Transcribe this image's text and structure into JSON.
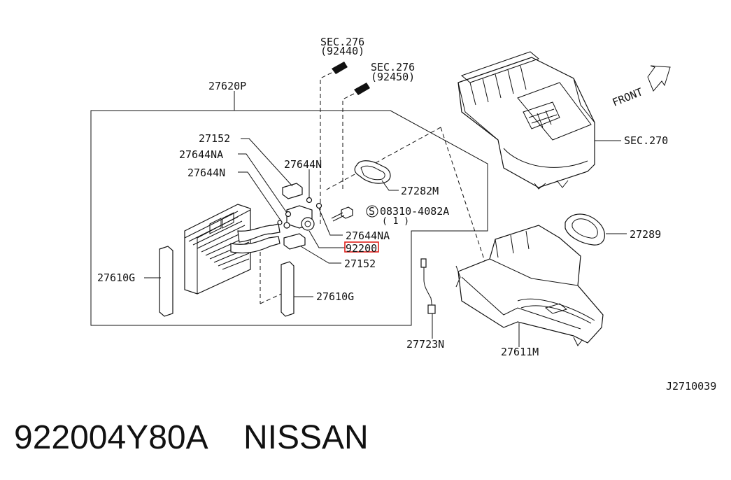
{
  "labels": {
    "sec276_a": "SEC.276",
    "sec276_a_sub": "(92440)",
    "sec276_b": "SEC.276",
    "sec276_b_sub": "(92450)",
    "p27620P": "27620P",
    "p27152_top": "27152",
    "p27644NA_left": "27644NA",
    "p27644N_left": "27644N",
    "p27644N_mid": "27644N",
    "p27282M": "27282M",
    "bolt_code": "08310-4082A",
    "bolt_qty": "( 1 )",
    "bolt_symbol": "S",
    "p27644NA_right": "27644NA",
    "p92200": "92200",
    "p27152_bottom": "27152",
    "p27610G_left": "27610G",
    "p27610G_right": "27610G",
    "p27723N": "27723N",
    "p27611M": "27611M",
    "p27289": "27289",
    "sec270": "SEC.270",
    "front": "FRONT",
    "diagram_code": "J2710039"
  },
  "highlight": {
    "color": "#e0201b",
    "target": "92200"
  },
  "footer": {
    "part_number": "922004Y80A",
    "brand": "NISSAN"
  }
}
